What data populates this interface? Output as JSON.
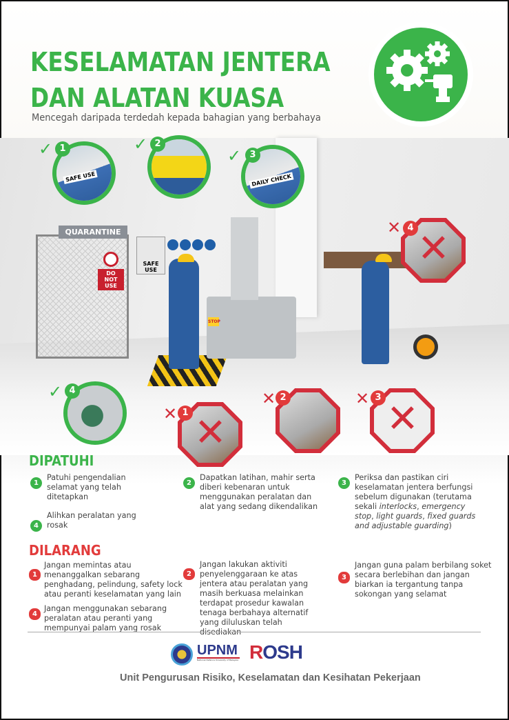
{
  "header": {
    "title_line1": "KESELAMATAN JENTERA",
    "title_line2": "DAN ALATAN KUASA",
    "subtitle": "Mencegah daripada terdedah kepada bahagian yang berbahaya",
    "icon": "gears-drill-icon"
  },
  "illustration": {
    "quarantine_label": "QUARANTINE",
    "do_not_use_label": "DO NOT USE",
    "safe_use_label": "SAFE USE",
    "stop_label": "STOP",
    "badges": [
      {
        "num": "1",
        "type": "do",
        "caption": "SAFE USE"
      },
      {
        "num": "2",
        "type": "do"
      },
      {
        "num": "3",
        "type": "do",
        "caption": "DAILY CHECK"
      },
      {
        "num": "4",
        "type": "dont"
      },
      {
        "num": "4",
        "type": "do"
      },
      {
        "num": "1",
        "type": "dont"
      },
      {
        "num": "2",
        "type": "dont"
      },
      {
        "num": "3",
        "type": "dont"
      }
    ]
  },
  "dipatuhi": {
    "heading": "DIPATUHI",
    "items": [
      {
        "num": "1",
        "text": "Patuhi pengendalian selamat yang telah ditetapkan"
      },
      {
        "num": "2",
        "text": "Dapatkan latihan, mahir serta diberi kebenaran untuk menggunakan peralatan dan alat yang sedang dikendalikan"
      },
      {
        "num": "3",
        "text_before": "Periksa dan pastikan ciri keselamatan jentera berfungsi sebelum digunakan (terutama sekali ",
        "text_italic": "interlocks",
        "text_mid1": ", ",
        "text_italic2": "emergency stop",
        "text_mid2": ", ",
        "text_italic3": "light guards",
        "text_mid3": ", ",
        "text_italic4": "fixed guards and adjustable guarding",
        "text_after": ")"
      },
      {
        "num": "4",
        "text": "Alihkan peralatan yang rosak"
      }
    ]
  },
  "dilarang": {
    "heading": "DILARANG",
    "items": [
      {
        "num": "1",
        "text": "Jangan memintas atau menanggalkan sebarang penghadang, pelindung, safety lock atau peranti keselamatan yang lain"
      },
      {
        "num": "2",
        "text": "Jangan lakukan aktiviti penyelenggaraan ke atas jentera atau peralatan yang masih berkuasa melainkan terdapat prosedur kawalan tenaga berbahaya alternatif yang diluluskan telah disediakan"
      },
      {
        "num": "3",
        "text": "Jangan guna palam berbilang soket secara berlebihan dan jangan biarkan ia tergantung tanpa sokongan yang selamat"
      },
      {
        "num": "4",
        "text": "Jangan menggunakan sebarang peralatan atau peranti yang mempunyai palam yang rosak"
      }
    ]
  },
  "footer": {
    "logo1": "UPNM",
    "logo1_tagline": "National Defence University of Malaysia",
    "logo2": "ROSH",
    "text": "Unit Pengurusan Risiko, Keselamatan dan  Kesihatan Pekerjaan"
  },
  "colors": {
    "green": "#3bb44a",
    "red": "#d22e3b",
    "navy": "#2d3a8c"
  }
}
